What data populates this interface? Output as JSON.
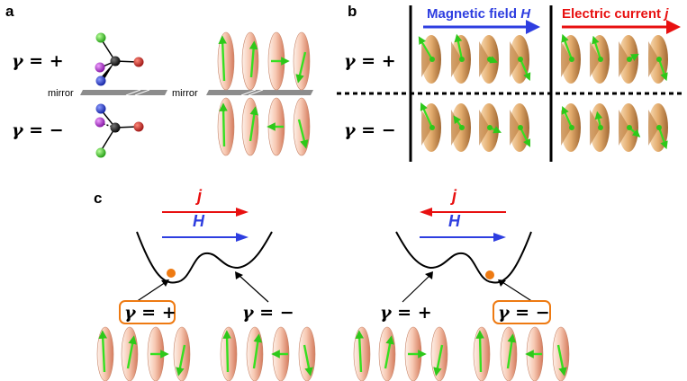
{
  "colors": {
    "blue": "#2e3ee0",
    "red": "#e81010",
    "green": "#35e020",
    "orange": "#ee7a12",
    "ellipse_light": "#fbe1d5",
    "ellipse_dark": "#d98266",
    "cone_light": "#f0c390",
    "cone_dark": "#a66a2c"
  },
  "panel_a": {
    "label": "a",
    "gamma_plus": "γ = +",
    "gamma_minus": "γ = −",
    "mirror_left": "mirror",
    "mirror_right": "mirror"
  },
  "panel_b": {
    "label": "b",
    "gamma_plus": "γ = +",
    "gamma_minus": "γ = −",
    "header_field": "Magnetic field",
    "header_field_symbol": "H",
    "header_current": "Electric current",
    "header_current_symbol": "j"
  },
  "panel_c": {
    "label": "c",
    "j": "j",
    "H": "H",
    "left_state_plus": "γ = +",
    "left_state_minus": "γ = −",
    "right_state_plus": "γ = +",
    "right_state_minus": "γ = −"
  }
}
